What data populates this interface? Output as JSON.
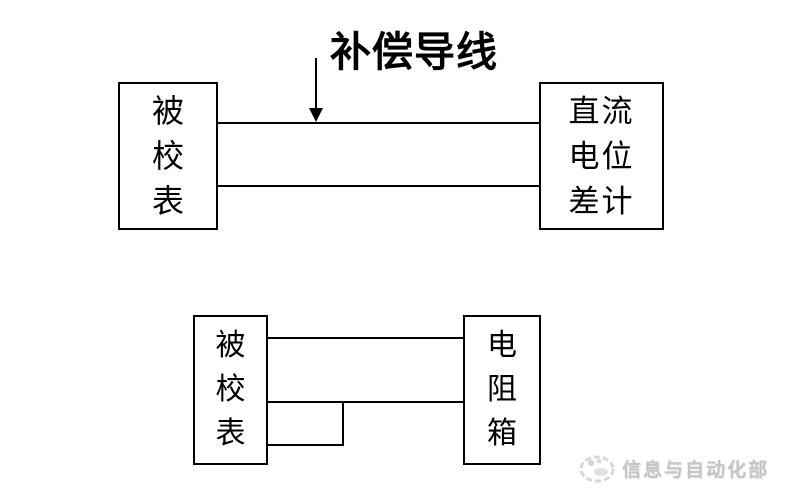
{
  "figure": {
    "background": "#ffffff",
    "line_color": "#000000",
    "text_color": "#000000"
  },
  "top_diagram": {
    "annotation_label": "补偿导线",
    "meter_box": {
      "label": "被校表",
      "chars": [
        "被",
        "校",
        "表"
      ]
    },
    "potentiometer_box": {
      "label": "直流电位差计",
      "rows": [
        "直流",
        "电位",
        "差计"
      ]
    }
  },
  "bottom_diagram": {
    "meter_box": {
      "label": "被校表",
      "chars": [
        "被",
        "校",
        "表"
      ]
    },
    "resistance_box": {
      "label": "电阻箱",
      "chars": [
        "电",
        "阻",
        "箱"
      ]
    }
  },
  "watermark": {
    "text": "信息与自动化部",
    "logo": "blob-logo-icon",
    "color": "#c5c5c5"
  }
}
